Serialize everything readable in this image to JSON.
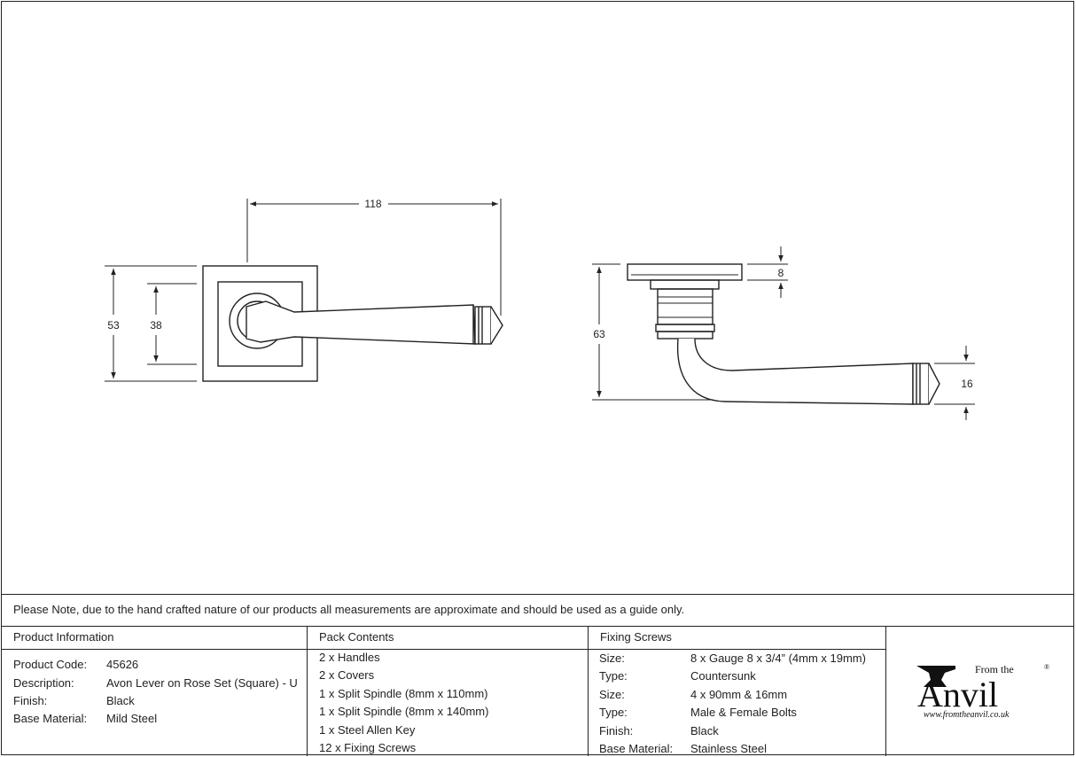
{
  "drawing": {
    "front_view": {
      "width_dim": "118",
      "outer_height_dim": "53",
      "inner_height_dim": "38"
    },
    "side_view": {
      "height_dim": "63",
      "rose_thickness_dim": "8",
      "tip_dim": "16"
    }
  },
  "note": "Please Note, due to the hand crafted nature of our products all measurements are approximate and should be used as a guide only.",
  "product_information": {
    "heading": "Product Information",
    "rows": [
      {
        "label": "Product Code:",
        "value": "45626"
      },
      {
        "label": "Description:",
        "value": "Avon Lever on Rose Set (Square) - U"
      },
      {
        "label": "Finish:",
        "value": "Black"
      },
      {
        "label": "Base Material:",
        "value": "Mild Steel"
      }
    ]
  },
  "pack_contents": {
    "heading": "Pack Contents",
    "items": [
      "2 x Handles",
      "2 x Covers",
      "1 x Split Spindle (8mm x 110mm)",
      "1 x Split Spindle (8mm x 140mm)",
      "1 x Steel Allen Key",
      "12 x Fixing Screws"
    ]
  },
  "fixing_screws": {
    "heading": "Fixing Screws",
    "rows": [
      {
        "label": "Size:",
        "value": "8 x Gauge 8 x 3/4” (4mm x 19mm)"
      },
      {
        "label": "Type:",
        "value": "Countersunk"
      },
      {
        "label": "Size:",
        "value": "4 x 90mm & 16mm"
      },
      {
        "label": "Type:",
        "value": "Male & Female Bolts"
      },
      {
        "label": "Finish:",
        "value": "Black"
      },
      {
        "label": "Base Material:",
        "value": "Stainless Steel"
      }
    ]
  },
  "logo": {
    "line1": "From the",
    "word": "Anvil",
    "mark": "®",
    "url": "www.fromtheanvil.co.uk"
  }
}
